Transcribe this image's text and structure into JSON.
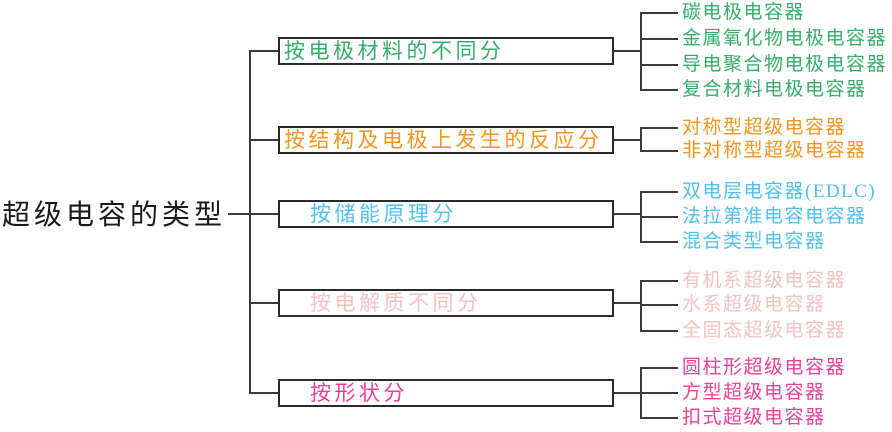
{
  "root": {
    "label": "超级电容的类型"
  },
  "colors": {
    "line": "#3b3b3b",
    "box_border": "#2a2a2a",
    "root_text": "#1a1a1a",
    "branch_electrode_material": "#36AD6A",
    "branch_structure_reaction": "#F6941E",
    "branch_energy_principle": "#50C0F0",
    "branch_electrolyte": "#F6C2C0",
    "branch_shape": "#EE3F9B"
  },
  "branches": [
    {
      "label": "按电极材料的不同分",
      "color": "#36AD6A",
      "children": [
        "碳电极电容器",
        "金属氧化物电极电容器",
        "导电聚合物电极电容器",
        "复合材料电极电容器"
      ]
    },
    {
      "label": "按结构及电极上发生的反应分",
      "color": "#F6941E",
      "children": [
        "对称型超级电容器",
        "非对称型超级电容器"
      ]
    },
    {
      "label": "按储能原理分",
      "color": "#50C0F0",
      "children": [
        "双电层电容器(EDLC)",
        "法拉第准电容电容器",
        "混合类型电容器"
      ]
    },
    {
      "label": "按电解质不同分",
      "color": "#F6C2C0",
      "children": [
        "有机系超级电容器",
        "水系超级电容器",
        "全固态超级电容器"
      ]
    },
    {
      "label": "按形状分",
      "color": "#EE3F9B",
      "children": [
        "圆柱形超级电容器",
        "方型超级电容器",
        "扣式超级电容器"
      ]
    }
  ]
}
